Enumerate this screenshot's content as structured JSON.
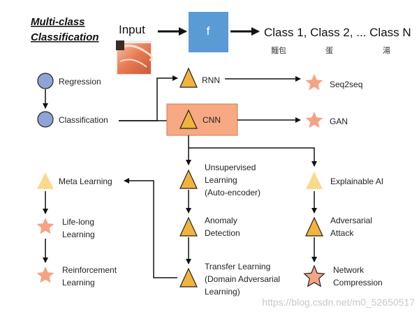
{
  "title": {
    "line1": "Multi-class",
    "line2": "Classification"
  },
  "input_label": "Input",
  "f_label": "f",
  "output_label": "Class 1, Class 2, ... Class N",
  "class_examples": [
    "麵包",
    "蛋",
    "湯"
  ],
  "nodes": {
    "regression": "Regression",
    "classification": "Classification",
    "rnn": "RNN",
    "seq2seq": "Seq2seq",
    "cnn": "CNN",
    "gan": "GAN",
    "unsupervised": [
      "Unsupervised",
      "Learning",
      "(Auto-encoder)"
    ],
    "anomaly": [
      "Anomaly",
      "Detection"
    ],
    "transfer": [
      "Transfer Learning",
      "(Domain Adversarial",
      "Learning)"
    ],
    "explainable": "Explainable AI",
    "adversarial": [
      "Adversarial",
      "Attack"
    ],
    "network": [
      "Network",
      "Compression"
    ],
    "meta": "Meta Learning",
    "lifelong": [
      "Life-long",
      "Learning"
    ],
    "reinforcement": [
      "Reinforcement",
      "Learning"
    ]
  },
  "watermark": "https://blog.csdn.net/m0_52650517",
  "colors": {
    "circle": "#8fa4d6",
    "triangle": "#f2b33d",
    "triangle_light": "#f9d98c",
    "star": "#f4a484",
    "f_box": "#5b9bd5",
    "cnn_box": "#f7a983"
  }
}
